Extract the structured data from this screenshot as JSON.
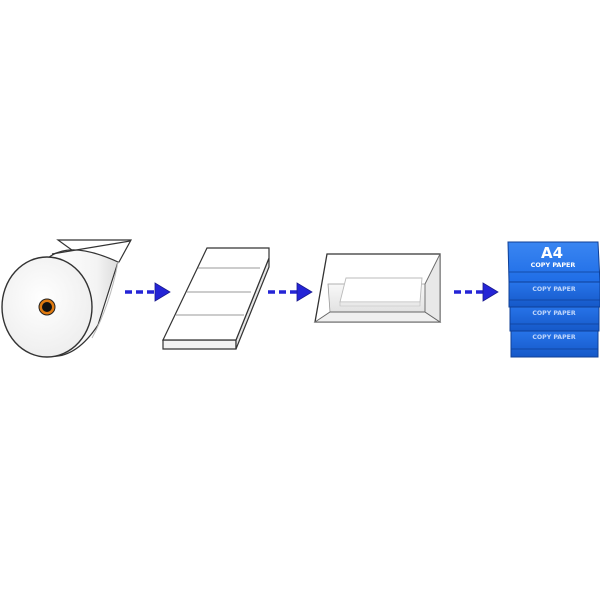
{
  "colors": {
    "arrow": "#2424d6",
    "outline": "#333333",
    "paper": "#ffffff",
    "ream_blue": "#1e6fe8",
    "ream_blue_dark": "#1458c4",
    "core": "#e07a10"
  },
  "steps": [
    {
      "icon": "paper-roll-icon"
    },
    {
      "icon": "paper-sheets-icon"
    },
    {
      "icon": "paper-tray-icon"
    },
    {
      "icon": "a4-paper-ream-icon"
    }
  ],
  "ream": {
    "title": "A4",
    "subtitle": "COPY PAPER",
    "pack_labels": [
      "COPY PAPER",
      "COPY PAPER",
      "COPY PAPER"
    ]
  }
}
